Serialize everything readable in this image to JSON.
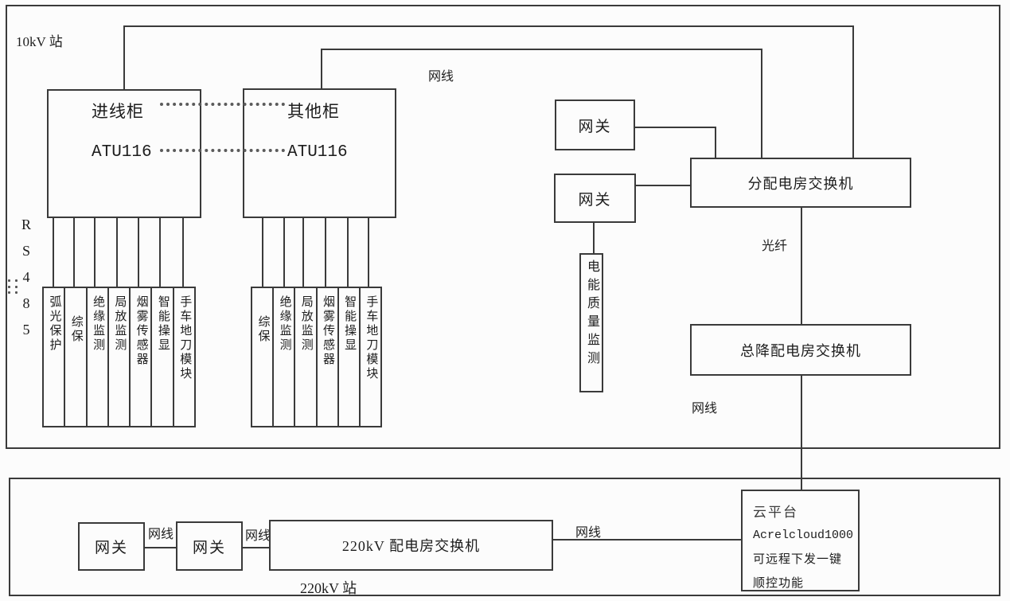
{
  "s10": {
    "station_label": "10kV 站",
    "bus_label": "RS485",
    "net_label": "网线",
    "cab1": {
      "title": "进线柜",
      "model": "ATU116",
      "devices": [
        "弧光保护",
        "综保",
        "绝缘监测",
        "局放监测",
        "烟雾传感器",
        "智能操显",
        "手车地刀模块"
      ]
    },
    "cab2": {
      "title": "其他柜",
      "model": "ATU116",
      "devices": [
        "综保",
        "绝缘监测",
        "局放监测",
        "烟雾传感器",
        "智能操显",
        "手车地刀模块"
      ]
    },
    "gateway_top": "网关",
    "gateway_bottom": "网关",
    "dist_switch": "分配电房交换机",
    "pq_monitor": "电能质量监测",
    "fiber_label": "光纤",
    "main_switch": "总降配电房交换机",
    "net_label_down": "网线"
  },
  "s220": {
    "station_label": "220kV 站",
    "gateway_left": "网关",
    "gateway_mid": "网关",
    "net_label_1": "网线",
    "net_label_2": "网线",
    "net_label_3": "网线",
    "switch": "220kV 配电房交换机",
    "cloud": {
      "title": "云平台",
      "product": "Acrelcloud1000",
      "feature_line1": "可远程下发一键",
      "feature_line2": "顺控功能"
    }
  },
  "colors": {
    "line": "#3a3a3a",
    "text": "#1d1d1d",
    "background": "#fcfcfc"
  }
}
